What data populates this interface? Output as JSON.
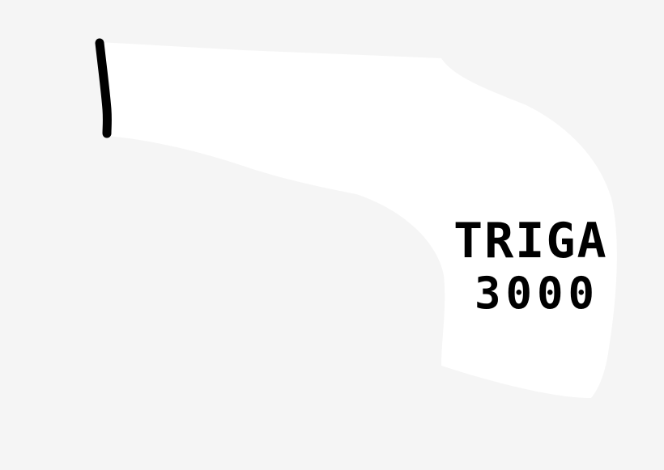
{
  "drawing": {
    "subject": "hand-drawn gun silhouette",
    "label": {
      "line1": "TRIGA",
      "line2": "3000"
    },
    "colors": {
      "background": "#f5f5f5",
      "shape_fill": "#ffffff",
      "ink": "#000000"
    }
  }
}
